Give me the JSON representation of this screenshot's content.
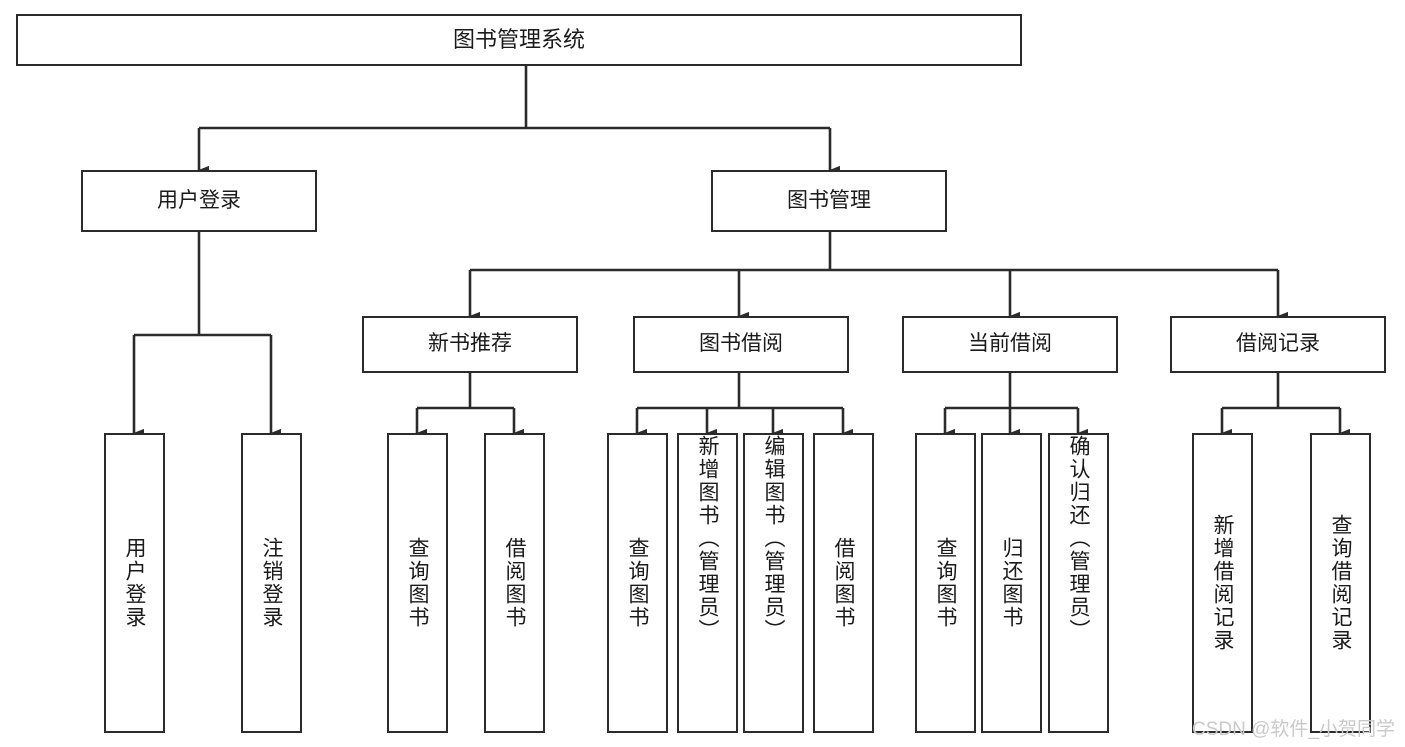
{
  "diagram": {
    "title": "图书管理系统",
    "type": "tree-hierarchy-diagram",
    "root": {
      "label": "图书管理系统"
    },
    "level2": [
      {
        "label": "用户登录"
      },
      {
        "label": "图书管理"
      }
    ],
    "level3": [
      {
        "label": "新书推荐"
      },
      {
        "label": "图书借阅"
      },
      {
        "label": "当前借阅"
      },
      {
        "label": "借阅记录"
      }
    ],
    "leaves": {
      "user_login": [
        {
          "label": "用户登录"
        },
        {
          "label": "注销登录"
        }
      ],
      "new_book_recommend": [
        {
          "label": "查询图书"
        },
        {
          "label": "借阅图书"
        }
      ],
      "book_borrow": [
        {
          "label": "查询图书"
        },
        {
          "label": "新增图书（管理员）"
        },
        {
          "label": "编辑图书（管理员）"
        },
        {
          "label": "借阅图书"
        }
      ],
      "current_borrow": [
        {
          "label": "查询图书"
        },
        {
          "label": "归还图书"
        },
        {
          "label": "确认归还（管理员）"
        }
      ],
      "borrow_record": [
        {
          "label": "新增借阅记录"
        },
        {
          "label": "查询借阅记录"
        }
      ]
    }
  },
  "watermark": {
    "text": "CSDN @软件_小贺同学"
  },
  "colors": {
    "border": "#2b2b2b",
    "background": "#ffffff",
    "text": "#1a1a1a",
    "watermark": "#c9c9c9"
  }
}
